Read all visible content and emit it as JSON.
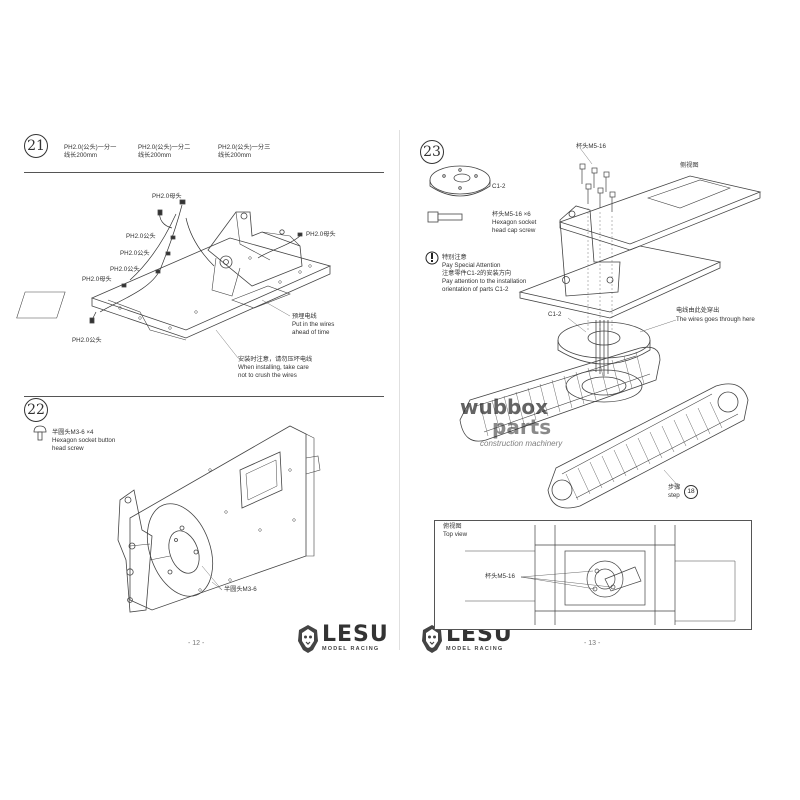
{
  "left_page": {
    "step21": {
      "number": "21",
      "headers": [
        {
          "line1": "PH2.0(公头)一分一",
          "line2": "线长200mm"
        },
        {
          "line1": "PH2.0(公头)一分二",
          "line2": "线长200mm"
        },
        {
          "line1": "PH2.0(公头)一分三",
          "line2": "线长200mm"
        }
      ],
      "labels": {
        "ph_female_top": "PH2.0母头",
        "ph_male_1": "PH2.0公头",
        "ph_male_2": "PH2.0公头",
        "ph_male_3": "PH2.0公头",
        "ph_female_mid": "PH2.0母头",
        "ph_female_right": "PH2.0母头",
        "ph_male_bottom": "PH2.0公头"
      },
      "note_wires_cn": "预埋电线",
      "note_wires_en": "Put in the wires\nahead of time",
      "note_install_cn": "安装时注意，请勿压坏电线",
      "note_install_en": "When installing, take care\nnot to crush the wires"
    },
    "step22": {
      "number": "22",
      "part_label_cn": "半圆头M3-6   ×4",
      "part_label_en": "Hexagon socket button\nhead screw",
      "callout": "半圆头M3-6"
    },
    "page_number": "- 12 -",
    "logo": {
      "word": "LESU",
      "sub": "MODEL RACING"
    }
  },
  "right_page": {
    "step23": {
      "number": "23",
      "part_c12": "C1-2",
      "screw_top_label": "杯头M5-16",
      "side_view": "侧视图",
      "screw_label_cn": "杯头M5-16   ×6",
      "screw_label_en": "Hexagon socket\nhead cap screw",
      "attention_cn": "特别注意",
      "attention_en": "Pay Special Attention",
      "orientation_cn": "注意零件C1-2的安装方向",
      "orientation_en": "Pay attention to the installation\norientation of parts C1-2",
      "c12_callout": "C1-2",
      "wires_through_cn": "电线由此处穿出",
      "wires_through_en": "The wires goes through here",
      "step_cn": "步骤",
      "step_en": "step",
      "step_ref": "18"
    },
    "inset": {
      "top_view_cn": "俯视图",
      "top_view_en": "Top view",
      "screw_callout": "杯头M5-16"
    },
    "watermark": {
      "line1": "wubbox",
      "line2": "parts",
      "line3": "construction machinery"
    },
    "page_number": "- 13 -",
    "logo": {
      "word": "LESU",
      "sub": "MODEL RACING"
    }
  }
}
